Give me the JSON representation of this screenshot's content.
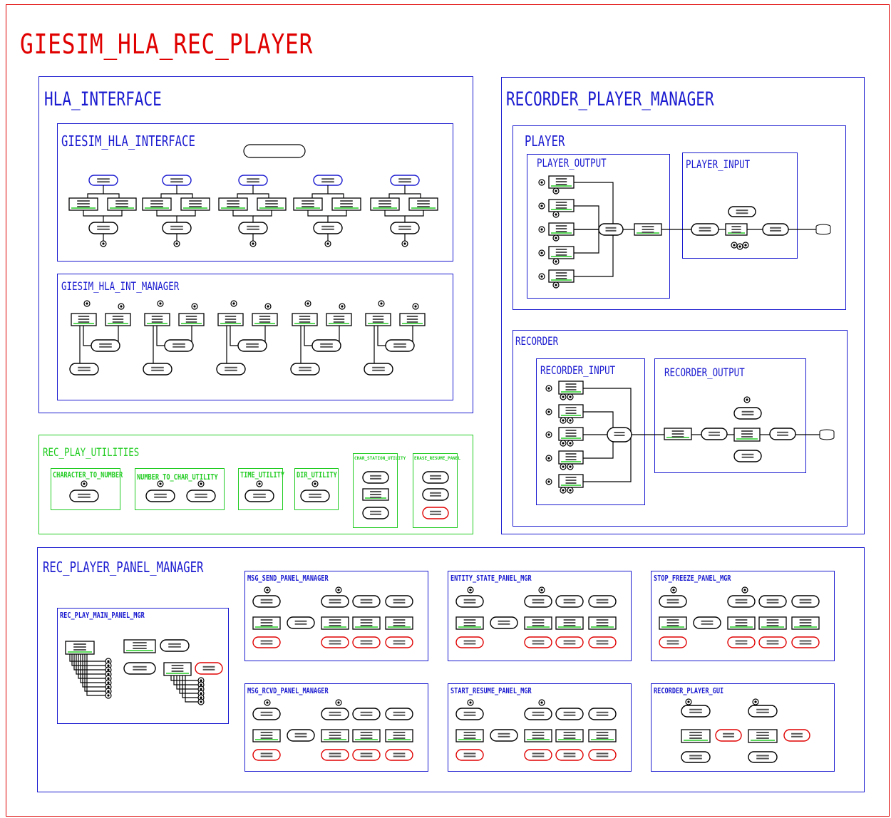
{
  "title": "GIESIM_HLA_REC_PLAYER",
  "colors": {
    "title": "#e00000",
    "package": "#1a1ad0",
    "utility": "#22cc22",
    "highlight": "#e00000"
  },
  "hla_interface": {
    "label": "HLA_INTERFACE",
    "giesim_hla_interface": "GIESIM_HLA_INTERFACE",
    "giesim_hla_int_manager": "GIESIM_HLA_INT_MANAGER"
  },
  "recorder_player_manager": {
    "label": "RECORDER_PLAYER_MANAGER",
    "player": "PLAYER",
    "player_output": "PLAYER_OUTPUT",
    "player_input": "PLAYER_INPUT",
    "recorder": "RECORDER",
    "recorder_input": "RECORDER_INPUT",
    "recorder_output": "RECORDER_OUTPUT"
  },
  "rec_play_utilities": {
    "label": "REC_PLAY_UTILITIES",
    "character_to_number": "CHARACTER_TO_NUMBER",
    "number_to_char": "NUMBER_TO_CHAR_UTILITY",
    "time_utility": "TIME_UTILITY",
    "dir_utility": "DIR_UTILITY",
    "char_station_utility": "CHAR_STATION_UTILITY",
    "erase_resume_panel": "ERASE_RESUME_PANEL"
  },
  "rec_player_panel_manager": {
    "label": "REC_PLAYER_PANEL_MANAGER",
    "rec_play_main_panel_mgr": "REC_PLAY_MAIN_PANEL_MGR",
    "msg_send_panel_manager": "MSG_SEND_PANEL_MANAGER",
    "entity_state_panel_mgr": "ENTITY_STATE_PANEL_MGR",
    "stop_freeze_panel_mgr": "STOP_FREEZE_PANEL_MGR",
    "msg_rcvd_panel_manager": "MSG_RCVD_PANEL_MANAGER",
    "start_resume_panel_mgr": "START_RESUME_PANEL_MGR",
    "recorder_player_gui": "RECORDER_PLAYER_GUI"
  }
}
